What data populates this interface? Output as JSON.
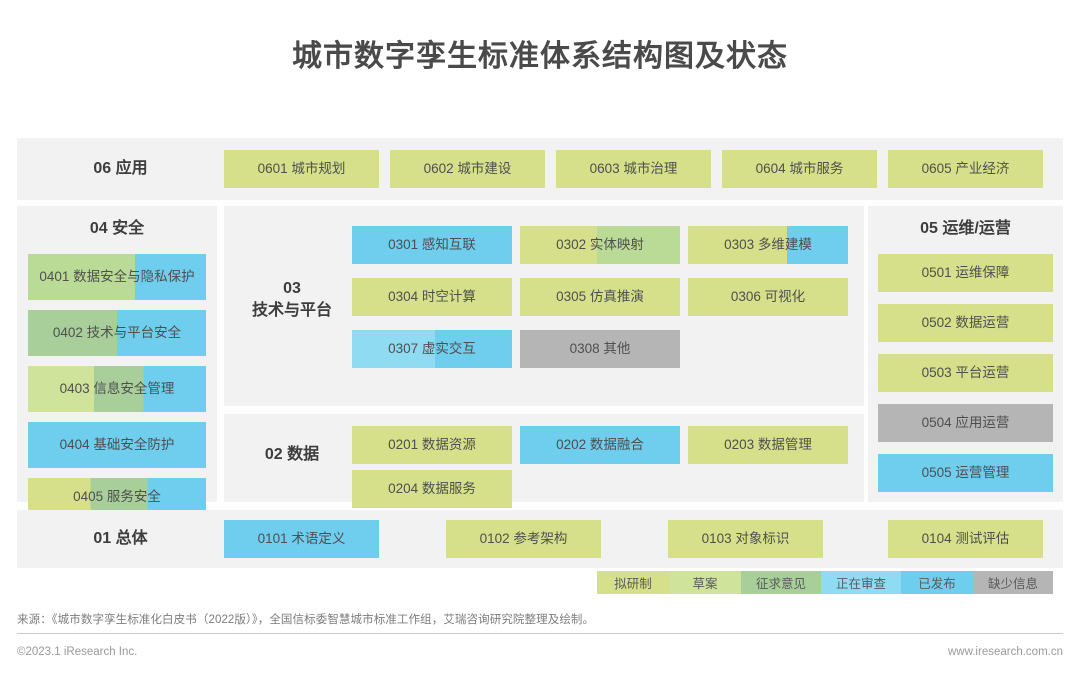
{
  "title": "城市数字孪生标准体系结构图及状态",
  "colors": {
    "stage_planned": "#d6e08a",
    "stage_draft": "#cfe49a",
    "stage_comment": "#a8cf99",
    "stage_review": "#8fdcf2",
    "stage_published": "#6fcdee",
    "stage_missing": "#b5b5b5",
    "panel_bg": "#f2f2f2",
    "page_bg": "#ffffff",
    "text": "#4f4f4f"
  },
  "panels": {
    "p06": {
      "label": "06  应用",
      "nodes": [
        {
          "text": "0601 城市规划",
          "segments": [
            {
              "color": "#d6e08a",
              "pct": 100
            }
          ]
        },
        {
          "text": "0602 城市建设",
          "segments": [
            {
              "color": "#d6e08a",
              "pct": 100
            }
          ]
        },
        {
          "text": "0603 城市治理",
          "segments": [
            {
              "color": "#d6e08a",
              "pct": 100
            }
          ]
        },
        {
          "text": "0604 城市服务",
          "segments": [
            {
              "color": "#d6e08a",
              "pct": 100
            }
          ]
        },
        {
          "text": "0605 产业经济",
          "segments": [
            {
              "color": "#d6e08a",
              "pct": 100
            }
          ]
        }
      ]
    },
    "p04": {
      "label": "04  安全",
      "nodes": [
        {
          "text": "0401 数据安全与隐私保护",
          "segments": [
            {
              "color": "#b9db96",
              "pct": 60
            },
            {
              "color": "#6fcdee",
              "pct": 40
            }
          ]
        },
        {
          "text": "0402 技术与平台安全",
          "segments": [
            {
              "color": "#a8cf99",
              "pct": 50
            },
            {
              "color": "#6fcdee",
              "pct": 50
            }
          ]
        },
        {
          "text": "0403 信息安全管理",
          "segments": [
            {
              "color": "#cfe49a",
              "pct": 37
            },
            {
              "color": "#a8cf99",
              "pct": 28
            },
            {
              "color": "#6fcdee",
              "pct": 35
            }
          ]
        },
        {
          "text": "0404 基础安全防护",
          "segments": [
            {
              "color": "#6fcdee",
              "pct": 100
            }
          ]
        },
        {
          "text": "0405 服务安全",
          "segments": [
            {
              "color": "#d6e08a",
              "pct": 35
            },
            {
              "color": "#a8cf99",
              "pct": 32
            },
            {
              "color": "#6fcdee",
              "pct": 33
            }
          ]
        }
      ]
    },
    "p03": {
      "label": "03\n技术与平台",
      "nodes": [
        {
          "text": "0301 感知互联",
          "segments": [
            {
              "color": "#6fcdee",
              "pct": 100
            }
          ]
        },
        {
          "text": "0302 实体映射",
          "segments": [
            {
              "color": "#d6e08a",
              "pct": 48
            },
            {
              "color": "#b9db96",
              "pct": 52
            }
          ]
        },
        {
          "text": "0303 多维建模",
          "segments": [
            {
              "color": "#d6e08a",
              "pct": 62
            },
            {
              "color": "#6fcdee",
              "pct": 38
            }
          ]
        },
        {
          "text": "0304 时空计算",
          "segments": [
            {
              "color": "#d6e08a",
              "pct": 100
            }
          ]
        },
        {
          "text": "0305 仿真推演",
          "segments": [
            {
              "color": "#d6e08a",
              "pct": 100
            }
          ]
        },
        {
          "text": "0306 可视化",
          "segments": [
            {
              "color": "#d6e08a",
              "pct": 100
            }
          ]
        },
        {
          "text": "0307 虚实交互",
          "segments": [
            {
              "color": "#8fdcf2",
              "pct": 52
            },
            {
              "color": "#6fcdee",
              "pct": 48
            }
          ]
        },
        {
          "text": "0308 其他",
          "segments": [
            {
              "color": "#b5b5b5",
              "pct": 100
            }
          ]
        }
      ]
    },
    "p02": {
      "label": "02 数据",
      "nodes": [
        {
          "text": "0201 数据资源",
          "segments": [
            {
              "color": "#d6e08a",
              "pct": 100
            }
          ]
        },
        {
          "text": "0202 数据融合",
          "segments": [
            {
              "color": "#6fcdee",
              "pct": 100
            }
          ]
        },
        {
          "text": "0203 数据管理",
          "segments": [
            {
              "color": "#d6e08a",
              "pct": 100
            }
          ]
        },
        {
          "text": "0204 数据服务",
          "segments": [
            {
              "color": "#d6e08a",
              "pct": 100
            }
          ]
        }
      ]
    },
    "p05": {
      "label": "05  运维/运营",
      "nodes": [
        {
          "text": "0501 运维保障",
          "segments": [
            {
              "color": "#d6e08a",
              "pct": 100
            }
          ]
        },
        {
          "text": "0502 数据运营",
          "segments": [
            {
              "color": "#d6e08a",
              "pct": 100
            }
          ]
        },
        {
          "text": "0503 平台运营",
          "segments": [
            {
              "color": "#d6e08a",
              "pct": 100
            }
          ]
        },
        {
          "text": "0504 应用运营",
          "segments": [
            {
              "color": "#b5b5b5",
              "pct": 100
            }
          ]
        },
        {
          "text": "0505 运营管理",
          "segments": [
            {
              "color": "#6fcdee",
              "pct": 100
            }
          ]
        }
      ]
    },
    "p01": {
      "label": "01 总体",
      "nodes": [
        {
          "text": "0101 术语定义",
          "segments": [
            {
              "color": "#6fcdee",
              "pct": 100
            }
          ]
        },
        {
          "text": "0102 参考架构",
          "segments": [
            {
              "color": "#d6e08a",
              "pct": 100
            }
          ]
        },
        {
          "text": "0103 对象标识",
          "segments": [
            {
              "color": "#d6e08a",
              "pct": 100
            }
          ]
        },
        {
          "text": "0104 测试评估",
          "segments": [
            {
              "color": "#d6e08a",
              "pct": 100
            }
          ]
        }
      ]
    }
  },
  "legend": [
    {
      "label": "拟研制",
      "color": "#d6e08a",
      "width": 72
    },
    {
      "label": "草案",
      "color": "#cfe49a",
      "width": 72
    },
    {
      "label": "征求意见",
      "color": "#a8cf99",
      "width": 80
    },
    {
      "label": "正在审查",
      "color": "#8fdcf2",
      "width": 80
    },
    {
      "label": "已发布",
      "color": "#6fcdee",
      "width": 72
    },
    {
      "label": "缺少信息",
      "color": "#b5b5b5",
      "width": 80
    }
  ],
  "footer": {
    "source": "来源：《城市数字孪生标准化白皮书（2022版）》，全国信标委智慧城市标准工作组，艾瑞咨询研究院整理及绘制。",
    "copyright": "©2023.1 iResearch Inc.",
    "website": "www.iresearch.com.cn"
  }
}
